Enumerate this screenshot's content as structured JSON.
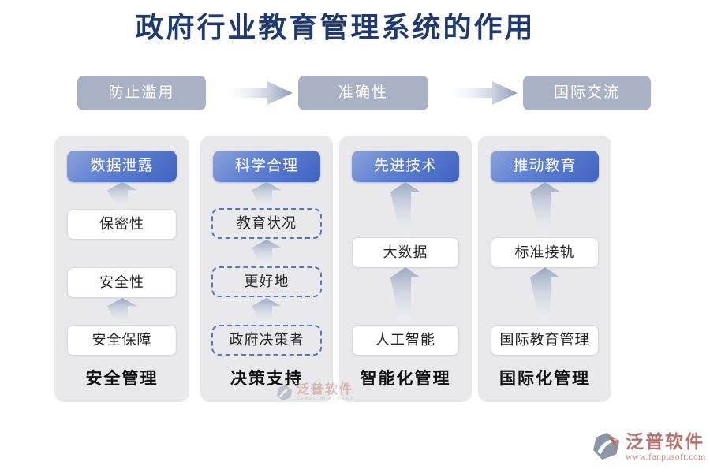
{
  "title": "政府行业教育管理系统的作用",
  "flow_steps": [
    "防止滥用",
    "准确性",
    "国际交流"
  ],
  "columns": [
    {
      "header": "数据泄露",
      "items": [
        "保密性",
        "安全性",
        "安全保障"
      ],
      "footer": "安全管理"
    },
    {
      "header": "科学合理",
      "items": [
        "教育状况",
        "更好地",
        "政府决策者"
      ],
      "footer": "决策支持"
    },
    {
      "header": "先进技术",
      "items": [
        "大数据",
        "人工智能"
      ],
      "footer": "智能化管理"
    },
    {
      "header": "推动教育",
      "items": [
        "标准接轨",
        "国际教育管理"
      ],
      "footer": "国际化管理"
    }
  ],
  "watermark": {
    "text": "泛普软件",
    "subtext": "FANPU SOFTWARE"
  },
  "logo": {
    "name": "泛普软件",
    "url": "www.fanpusoft.com"
  },
  "colors": {
    "title_text": "#1e3a70",
    "flow_box": "#a9b2c4",
    "header_gradient_start": "#8ba3dc",
    "header_gradient_end": "#4063c2",
    "dashed_border": "#5377cc",
    "card_bg": "#e9e9ec",
    "logo_red": "#b4736d"
  }
}
